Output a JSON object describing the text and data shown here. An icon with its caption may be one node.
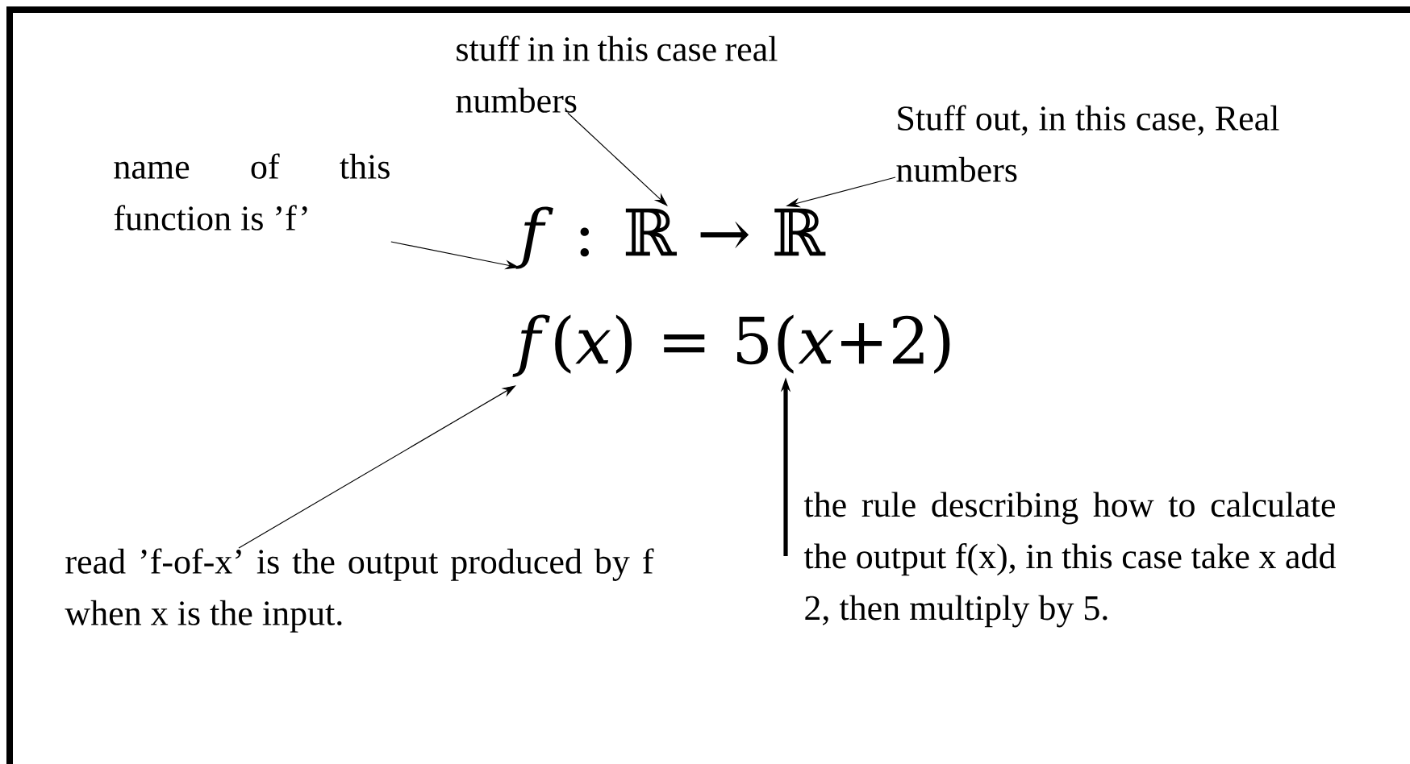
{
  "diagram": {
    "nodes": [
      {
        "text": [
          "stuff in in this case real numbers"
        ]
      },
      {
        "text": [
          "Stuff out, in this case, Real numbers"
        ]
      },
      {
        "text": [
          "name of this function is ’f’"
        ]
      },
      {
        "text": [
          "*f* : ℝ → ℝ"
        ]
      },
      {
        "text": [
          "*f*(*x*) = 5(*x*+2)"
        ]
      },
      {
        "text": [
          "read ’f-of-x’ is the output produced by f when x is the input."
        ]
      },
      {
        "text": [
          "the rule describing how to calculate the output f(x), in this case take x add 2, then multiply by 5."
        ]
      }
    ],
    "edges": [
      {
        "from": 0,
        "to": 3,
        "arrow": "to"
      },
      {
        "from": 1,
        "to": 3,
        "arrow": "to"
      },
      {
        "from": 2,
        "to": 3,
        "arrow": "to"
      },
      {
        "from": 5,
        "to": 4,
        "arrow": "to"
      },
      {
        "from": 6,
        "to": 4,
        "arrow": "to",
        "style": "thick"
      }
    ]
  }
}
